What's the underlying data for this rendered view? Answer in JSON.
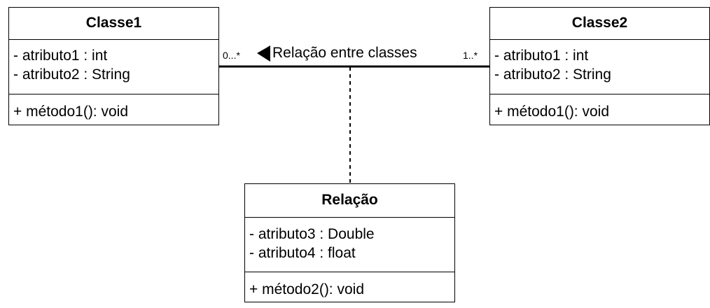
{
  "classes": {
    "classe1": {
      "name": "Classe1",
      "attributes": [
        "- atributo1 : int",
        "- atributo2 : String"
      ],
      "methods": [
        "+ método1(): void"
      ]
    },
    "classe2": {
      "name": "Classe2",
      "attributes": [
        "- atributo1 : int",
        "- atributo2 : String"
      ],
      "methods": [
        "+ método1(): void"
      ]
    },
    "relacao": {
      "name": "Relação",
      "attributes": [
        "- atributo3 : Double",
        "- atributo4 : float"
      ],
      "methods": [
        "+ método2(): void"
      ]
    }
  },
  "association": {
    "label": "Relação entre classes",
    "multiplicity_left": "0...*",
    "multiplicity_right": "1..*"
  }
}
